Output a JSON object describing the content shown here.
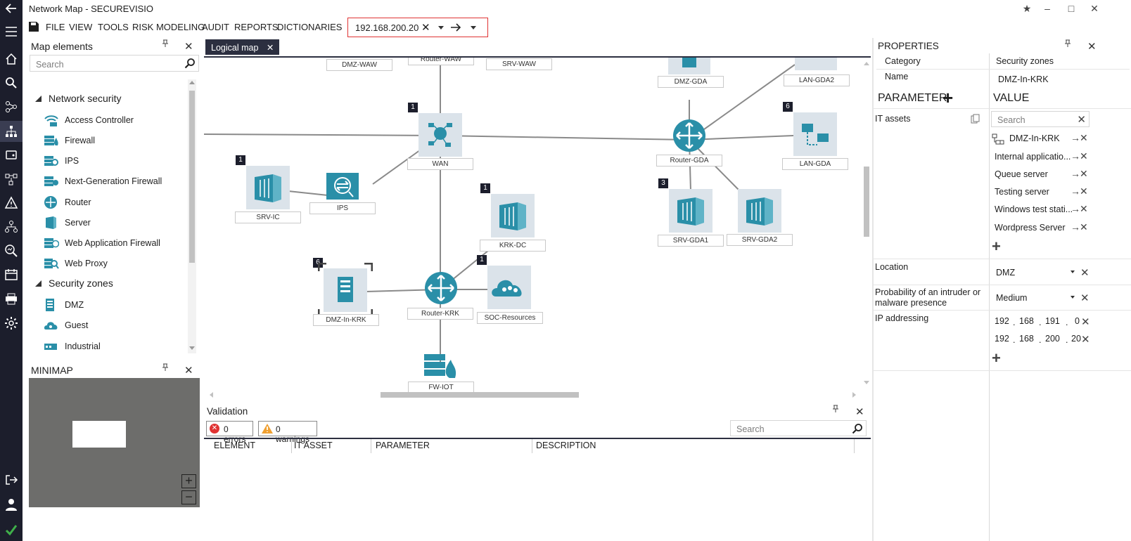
{
  "app": {
    "title": "Network Map -  SECUREVISIO"
  },
  "rail": {
    "icons": [
      "back-arrow-icon",
      "hamburger-icon",
      "home-icon",
      "search-icon",
      "graph-icon",
      "network-map-icon",
      "wallet-icon",
      "nodes-icon",
      "warning-icon",
      "tree-icon",
      "zoom-icon",
      "calendar-icon",
      "printer-icon",
      "settings-icon",
      "logout-icon",
      "user-icon"
    ]
  },
  "menu": {
    "items": [
      "FILE",
      "VIEW",
      "TOOLS",
      "RISK MODELING",
      "AUDIT",
      "REPORTS",
      "DICTIONARIES"
    ],
    "ip_value": "192.168.200.20"
  },
  "map_elements": {
    "title": "Map elements",
    "search_placeholder": "Search",
    "groups": [
      {
        "name": "Network security",
        "items": [
          "Access Controller",
          "Firewall",
          "IPS",
          "Next-Generation Firewall",
          "Router",
          "Server",
          "Web Application Firewall",
          "Web Proxy"
        ]
      },
      {
        "name": "Security zones",
        "items": [
          "DMZ",
          "Guest",
          "Industrial"
        ]
      }
    ]
  },
  "minimap": {
    "title": "MINIMAP",
    "zoom_in": "+",
    "zoom_out": "−"
  },
  "map": {
    "tab_label": "Logical map",
    "nodes": {
      "dmz_waw": "DMZ-WAW",
      "router_waw": "Router-WAW",
      "srv_waw": "SRV-WAW",
      "dmz_gda": "DMZ-GDA",
      "lan_gda2": "LAN-GDA2",
      "wan": "WAN",
      "router_gda": "Router-GDA",
      "lan_gda": "LAN-GDA",
      "srv_ic": "SRV-IC",
      "ips": "IPS",
      "krk_dc": "KRK-DC",
      "srv_gda1": "SRV-GDA1",
      "srv_gda2": "SRV-GDA2",
      "dmz_in_krk": "DMZ-In-KRK",
      "router_krk": "Router-KRK",
      "soc_resources": "SOC-Resources",
      "fw_iot": "FW-IOT"
    },
    "badges": {
      "wan": "1",
      "lan_gda": "6",
      "srv_ic": "1",
      "krk_dc": "1",
      "srv_gda1": "3",
      "dmz_in_krk": "6",
      "soc_resources": "1"
    }
  },
  "validation": {
    "title": "Validation",
    "errors": "0 errors",
    "warnings": "0 warnings",
    "search_placeholder": "Search",
    "columns": [
      "ELEMENT",
      "IT ASSET",
      "PARAMETER",
      "DESCRIPTION"
    ]
  },
  "properties": {
    "title": "PROPERTIES",
    "category_label": "Category",
    "category_value": "Security zones",
    "name_label": "Name",
    "name_value": "DMZ-In-KRK",
    "parameter_header": "PARAMETER",
    "value_header": "VALUE",
    "it_assets_label": "IT assets",
    "assets_search_placeholder": "Search",
    "assets": [
      "DMZ-In-KRK",
      "Internal applicatio...",
      "Queue server",
      "Testing server",
      "Windows test stati...",
      "Wordpress Server"
    ],
    "location_label": "Location",
    "location_value": "DMZ",
    "probability_label": "Probability of an intruder or malware presence",
    "probability_value": "Medium",
    "ip_label": "IP addressing",
    "ip_rows": [
      [
        "192",
        "168",
        "191",
        "0"
      ],
      [
        "192",
        "168",
        "200",
        "20"
      ]
    ]
  },
  "colors": {
    "rail": "#1c1e2c",
    "accent": "#2a8fa8",
    "tile": "#dbe3ea",
    "error": "#e03333",
    "warning": "#f0a030"
  }
}
